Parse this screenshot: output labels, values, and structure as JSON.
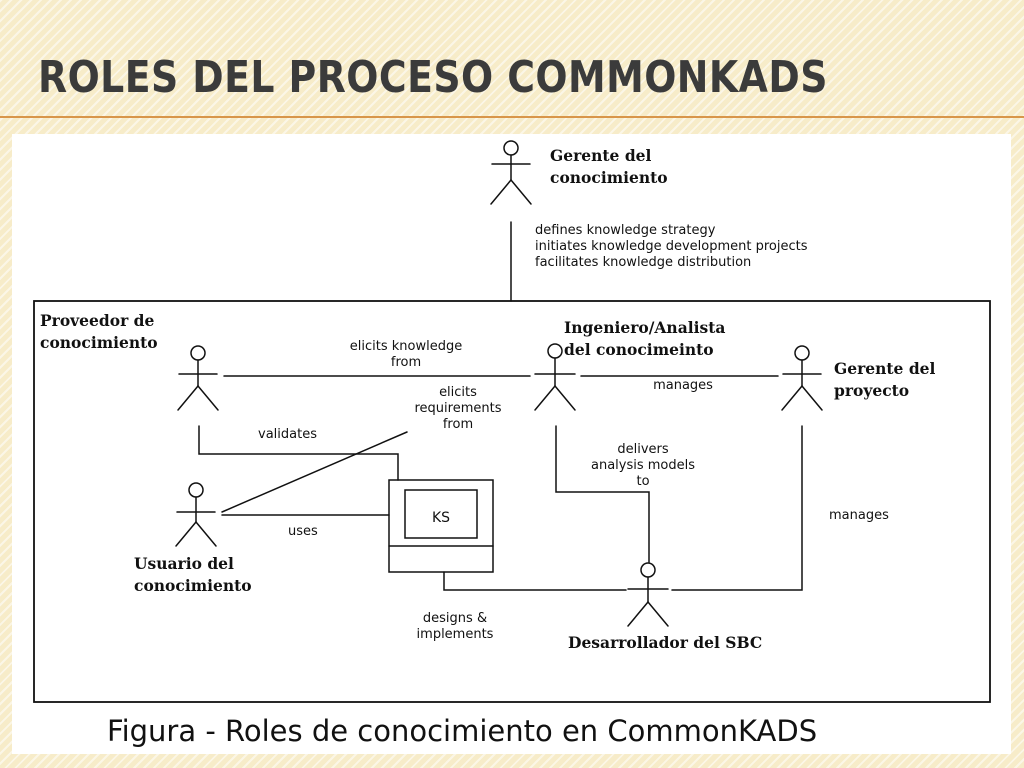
{
  "slide": {
    "title": "ROLES DEL PROCESO COMMONKADS"
  },
  "diagram": {
    "actors": {
      "knowledge_manager": "Gerente del\nconocimiento",
      "knowledge_provider": "Proveedor de\nconocimiento",
      "knowledge_engineer": "Ingeniero/Analista\ndel conocimeinto",
      "project_manager": "Gerente del\nproyecto",
      "knowledge_user": "Usuario del\nconocimiento",
      "kbs_developer": "Desarrollador del SBC"
    },
    "system": {
      "ks_label": "KS"
    },
    "relations": {
      "manager_responsibilities": "defines knowledge strategy\ninitiates knowledge development projects\nfacilitates knowledge distribution",
      "elicits_knowledge": "elicits knowledge\nfrom",
      "elicits_requirements": "elicits\nrequirements\nfrom",
      "manages_engineer": "manages",
      "validates": "validates",
      "uses": "uses",
      "delivers_models": "delivers\nanalysis models\nto",
      "manages_developer": "manages",
      "designs_implements": "designs &\nimplements"
    }
  },
  "caption": "Figura - Roles de conocimiento en CommonKADS"
}
